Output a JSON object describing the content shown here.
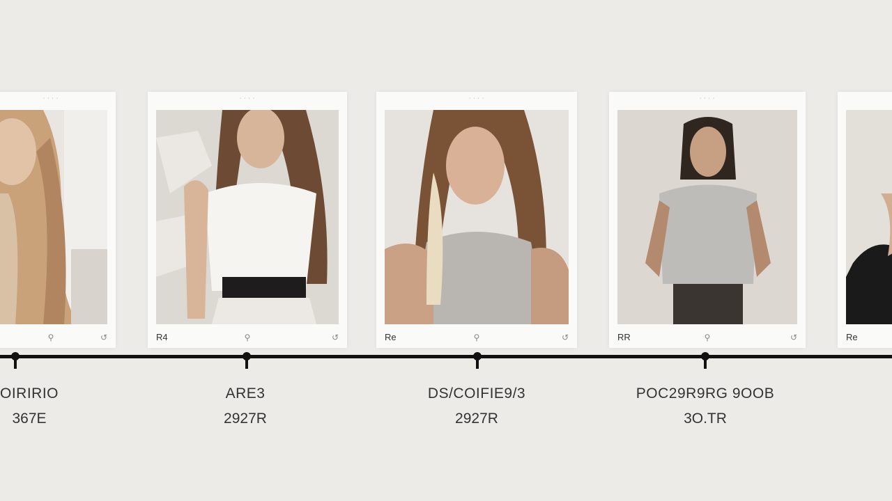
{
  "colors": {
    "background": "#ecebe8",
    "card": "#fafaf9",
    "timeline": "#111111"
  },
  "cards": [
    {
      "footer_label": "",
      "footer_right": ""
    },
    {
      "footer_label": "R4",
      "footer_right": ""
    },
    {
      "footer_label": "Re",
      "footer_right": ""
    },
    {
      "footer_label": "RR",
      "footer_right": ""
    },
    {
      "footer_label": "Re",
      "footer_right": ""
    }
  ],
  "events": [
    {
      "title": "OIRIRIO",
      "date": "367E"
    },
    {
      "title": "ARE3",
      "date": "2927R"
    },
    {
      "title": "DS/COIFIE9/3",
      "date": "2927R"
    },
    {
      "title": "POC29R9RG 9OOB",
      "date": "3O.TR"
    }
  ]
}
